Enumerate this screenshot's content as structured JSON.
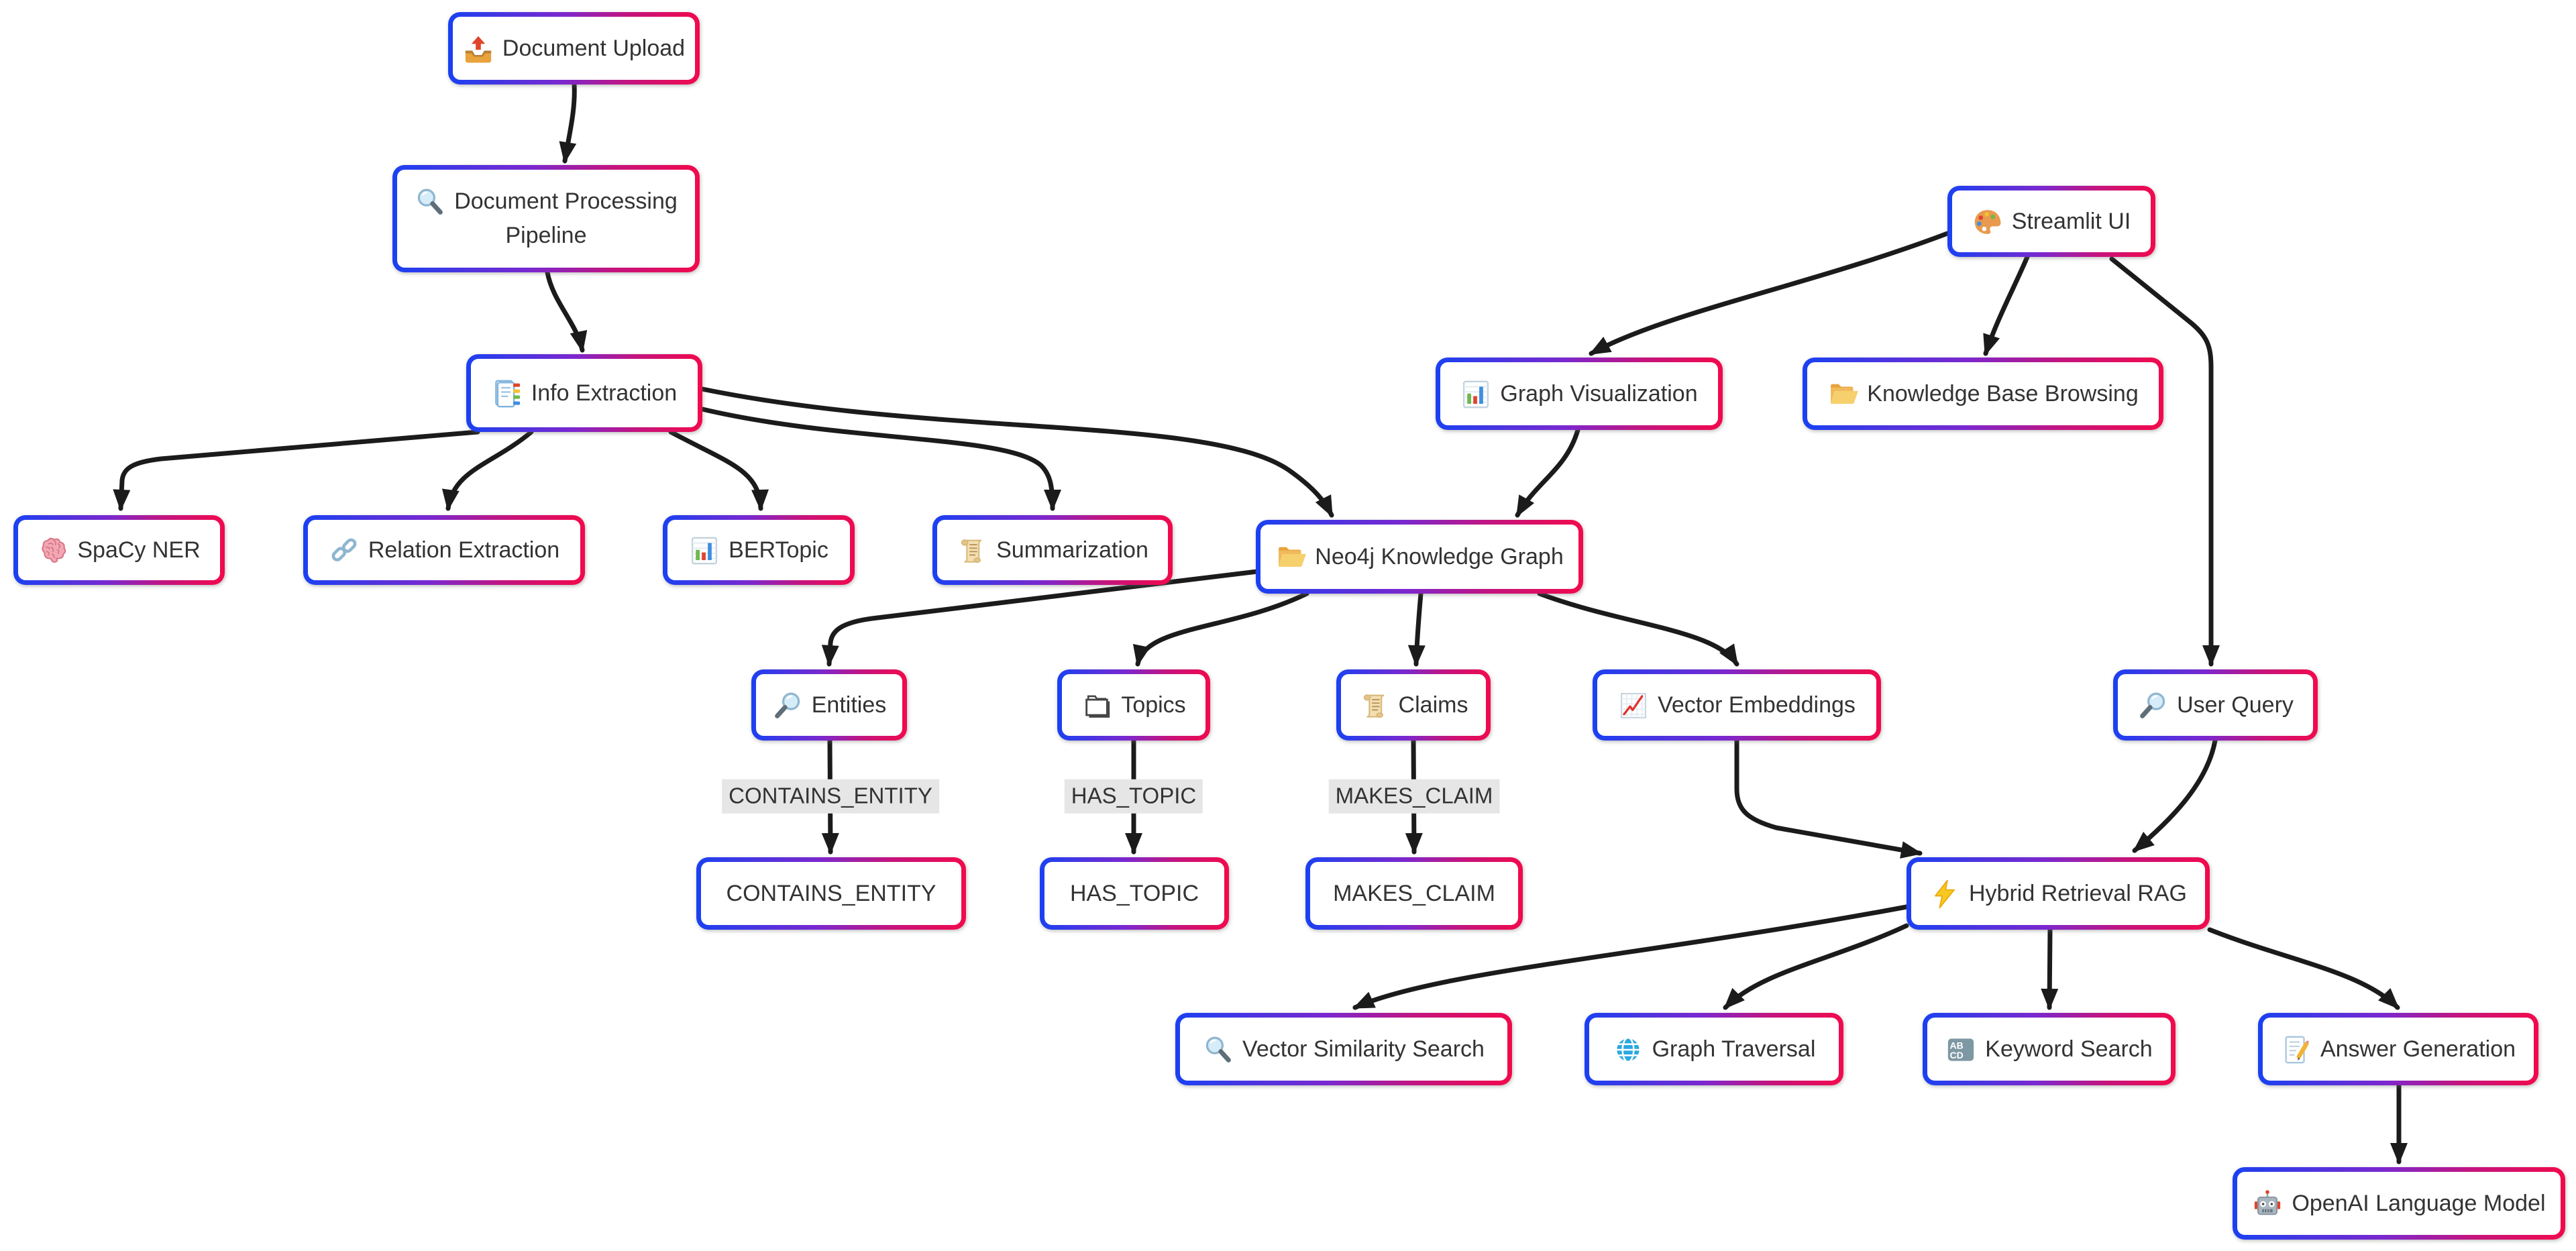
{
  "diagram": {
    "type": "flowchart",
    "direction": "top-down",
    "nodes": [
      {
        "id": "doc_upload",
        "label": "Document Upload",
        "icon": "📤",
        "icon_name": "outbox-tray-icon"
      },
      {
        "id": "doc_pipeline",
        "label": "Document Processing Pipeline",
        "icon": "🔍",
        "icon_name": "magnifier-left-icon"
      },
      {
        "id": "info_extraction",
        "label": "Info Extraction",
        "icon": "📑",
        "icon_name": "bookmark-tabs-icon"
      },
      {
        "id": "spacy_ner",
        "label": "SpaCy NER",
        "icon": "🧠",
        "icon_name": "brain-icon"
      },
      {
        "id": "relation_extraction",
        "label": "Relation Extraction",
        "icon": "🔗",
        "icon_name": "link-icon"
      },
      {
        "id": "bertopic",
        "label": "BERTopic",
        "icon": "📊",
        "icon_name": "bar-chart-icon"
      },
      {
        "id": "summarization",
        "label": "Summarization",
        "icon": "📜",
        "icon_name": "scroll-icon"
      },
      {
        "id": "neo4j",
        "label": "Neo4j Knowledge Graph",
        "icon": "📂",
        "icon_name": "open-folder-icon"
      },
      {
        "id": "streamlit",
        "label": "Streamlit UI",
        "icon": "🎨",
        "icon_name": "palette-icon"
      },
      {
        "id": "graph_viz",
        "label": "Graph Visualization",
        "icon": "📊",
        "icon_name": "bar-chart-icon"
      },
      {
        "id": "kb_browsing",
        "label": "Knowledge Base Browsing",
        "icon": "📂",
        "icon_name": "open-folder-icon"
      },
      {
        "id": "entities",
        "label": "Entities",
        "icon": "🔎",
        "icon_name": "magnifier-right-icon"
      },
      {
        "id": "topics",
        "label": "Topics",
        "icon": "🗂",
        "icon_name": "card-index-icon"
      },
      {
        "id": "claims",
        "label": "Claims",
        "icon": "📜",
        "icon_name": "scroll-icon"
      },
      {
        "id": "vector_embeddings",
        "label": "Vector Embeddings",
        "icon": "📈",
        "icon_name": "chart-increasing-icon"
      },
      {
        "id": "user_query",
        "label": "User Query",
        "icon": "🔎",
        "icon_name": "magnifier-right-icon"
      },
      {
        "id": "contains_entity",
        "label": "CONTAINS_ENTITY",
        "icon": "",
        "icon_name": ""
      },
      {
        "id": "has_topic",
        "label": "HAS_TOPIC",
        "icon": "",
        "icon_name": ""
      },
      {
        "id": "makes_claim",
        "label": "MAKES_CLAIM",
        "icon": "",
        "icon_name": ""
      },
      {
        "id": "hybrid_rag",
        "label": "Hybrid Retrieval RAG",
        "icon": "⚡",
        "icon_name": "lightning-icon"
      },
      {
        "id": "vector_similarity",
        "label": "Vector Similarity Search",
        "icon": "🔍",
        "icon_name": "magnifier-left-icon"
      },
      {
        "id": "graph_traversal",
        "label": "Graph Traversal",
        "icon": "🌐",
        "icon_name": "globe-icon"
      },
      {
        "id": "keyword_search",
        "label": "Keyword Search",
        "icon": "🔤",
        "icon_name": "abcd-input-icon"
      },
      {
        "id": "answer_generation",
        "label": "Answer Generation",
        "icon": "📝",
        "icon_name": "memo-icon"
      },
      {
        "id": "openai_llm",
        "label": "OpenAI Language Model",
        "icon": "🤖",
        "icon_name": "robot-icon"
      }
    ],
    "edges": [
      {
        "from": "doc_upload",
        "to": "doc_pipeline"
      },
      {
        "from": "doc_pipeline",
        "to": "info_extraction"
      },
      {
        "from": "info_extraction",
        "to": "spacy_ner"
      },
      {
        "from": "info_extraction",
        "to": "relation_extraction"
      },
      {
        "from": "info_extraction",
        "to": "bertopic"
      },
      {
        "from": "info_extraction",
        "to": "summarization"
      },
      {
        "from": "info_extraction",
        "to": "neo4j"
      },
      {
        "from": "streamlit",
        "to": "graph_viz"
      },
      {
        "from": "streamlit",
        "to": "kb_browsing"
      },
      {
        "from": "streamlit",
        "to": "user_query"
      },
      {
        "from": "graph_viz",
        "to": "neo4j"
      },
      {
        "from": "neo4j",
        "to": "entities"
      },
      {
        "from": "neo4j",
        "to": "topics"
      },
      {
        "from": "neo4j",
        "to": "claims"
      },
      {
        "from": "neo4j",
        "to": "vector_embeddings"
      },
      {
        "from": "entities",
        "to": "contains_entity",
        "label": "CONTAINS_ENTITY"
      },
      {
        "from": "topics",
        "to": "has_topic",
        "label": "HAS_TOPIC"
      },
      {
        "from": "claims",
        "to": "makes_claim",
        "label": "MAKES_CLAIM"
      },
      {
        "from": "vector_embeddings",
        "to": "hybrid_rag"
      },
      {
        "from": "user_query",
        "to": "hybrid_rag"
      },
      {
        "from": "hybrid_rag",
        "to": "vector_similarity"
      },
      {
        "from": "hybrid_rag",
        "to": "graph_traversal"
      },
      {
        "from": "hybrid_rag",
        "to": "keyword_search"
      },
      {
        "from": "hybrid_rag",
        "to": "answer_generation"
      },
      {
        "from": "answer_generation",
        "to": "openai_llm"
      }
    ],
    "colors": {
      "background": "#ffffff",
      "node_fill": "#ffffff",
      "node_text": "#333333",
      "border_gradient": [
        "#1a41f2",
        "#7a28cf",
        "#c4147e",
        "#f2094c"
      ],
      "edge_stroke": "#1b1b1b",
      "edge_label_bg": "#e6e6e6",
      "edge_label_text": "#333333"
    }
  }
}
